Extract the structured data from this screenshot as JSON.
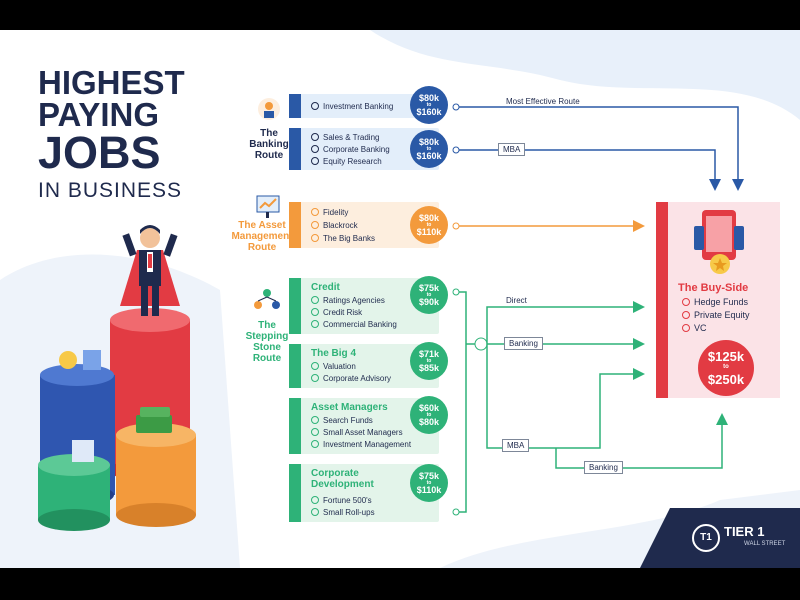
{
  "title": {
    "line1": "HIGHEST",
    "line2": "PAYING",
    "line3": "JOBS",
    "line4": "IN BUSINESS"
  },
  "routes": {
    "banking": {
      "label_line1": "The",
      "label_line2": "Banking",
      "label_line3": "Route"
    },
    "asset": {
      "label_line1": "The Asset",
      "label_line2": "Management",
      "label_line3": "Route"
    },
    "stepping": {
      "label_line1": "The",
      "label_line2": "Stepping",
      "label_line3": "Stone",
      "label_line4": "Route"
    }
  },
  "cards": {
    "investment_banking": {
      "items": [
        "Investment Banking"
      ],
      "salary": {
        "low": "$80k",
        "to": "to",
        "high": "$160k"
      }
    },
    "sales_trading": {
      "items": [
        "Sales & Trading",
        "Corporate Banking",
        "Equity Research"
      ],
      "salary": {
        "low": "$80k",
        "to": "to",
        "high": "$160k"
      }
    },
    "asset_management": {
      "items": [
        "Fidelity",
        "Blackrock",
        "The Big Banks"
      ],
      "salary": {
        "low": "$80k",
        "to": "to",
        "high": "$110k"
      }
    },
    "credit": {
      "title": "Credit",
      "items": [
        "Ratings Agencies",
        "Credit Risk",
        "Commercial Banking"
      ],
      "salary": {
        "low": "$75k",
        "to": "to",
        "high": "$90k"
      }
    },
    "big4": {
      "title": "The Big 4",
      "items": [
        "Valuation",
        "Corporate Advisory"
      ],
      "salary": {
        "low": "$71k",
        "to": "to",
        "high": "$85k"
      }
    },
    "asset_managers": {
      "title": "Asset Managers",
      "items": [
        "Search Funds",
        "Small Asset Managers",
        "Investment Management"
      ],
      "salary": {
        "low": "$60k",
        "to": "to",
        "high": "$80k"
      }
    },
    "corporate_dev": {
      "title_line1": "Corporate",
      "title_line2": "Development",
      "items": [
        "Fortune 500's",
        "Small Roll-ups"
      ],
      "salary": {
        "low": "$75k",
        "to": "to",
        "high": "$110k"
      }
    }
  },
  "paths": {
    "most_effective": "Most Effective Route",
    "mba": "MBA",
    "direct": "Direct",
    "banking": "Banking",
    "mba2": "MBA",
    "banking2": "Banking"
  },
  "buy_side": {
    "title": "The Buy-Side",
    "items": [
      "Hedge Funds",
      "Private Equity",
      "VC"
    ],
    "salary": {
      "low": "$125k",
      "to": "to",
      "high": "$250k"
    }
  },
  "logo": {
    "name": "TIER 1",
    "sub": "WALL STREET",
    "mark": "T1"
  },
  "colors": {
    "navy": "#1f2a4d",
    "banking_blue": "#2a59a6",
    "banking_bg": "#e3eefa",
    "asset_orange": "#f39a3c",
    "asset_bg": "#fdeede",
    "green": "#2eb278",
    "green_bg": "#e3f4ea",
    "red": "#e23b43",
    "buyside_bg": "#fbe3e7"
  }
}
